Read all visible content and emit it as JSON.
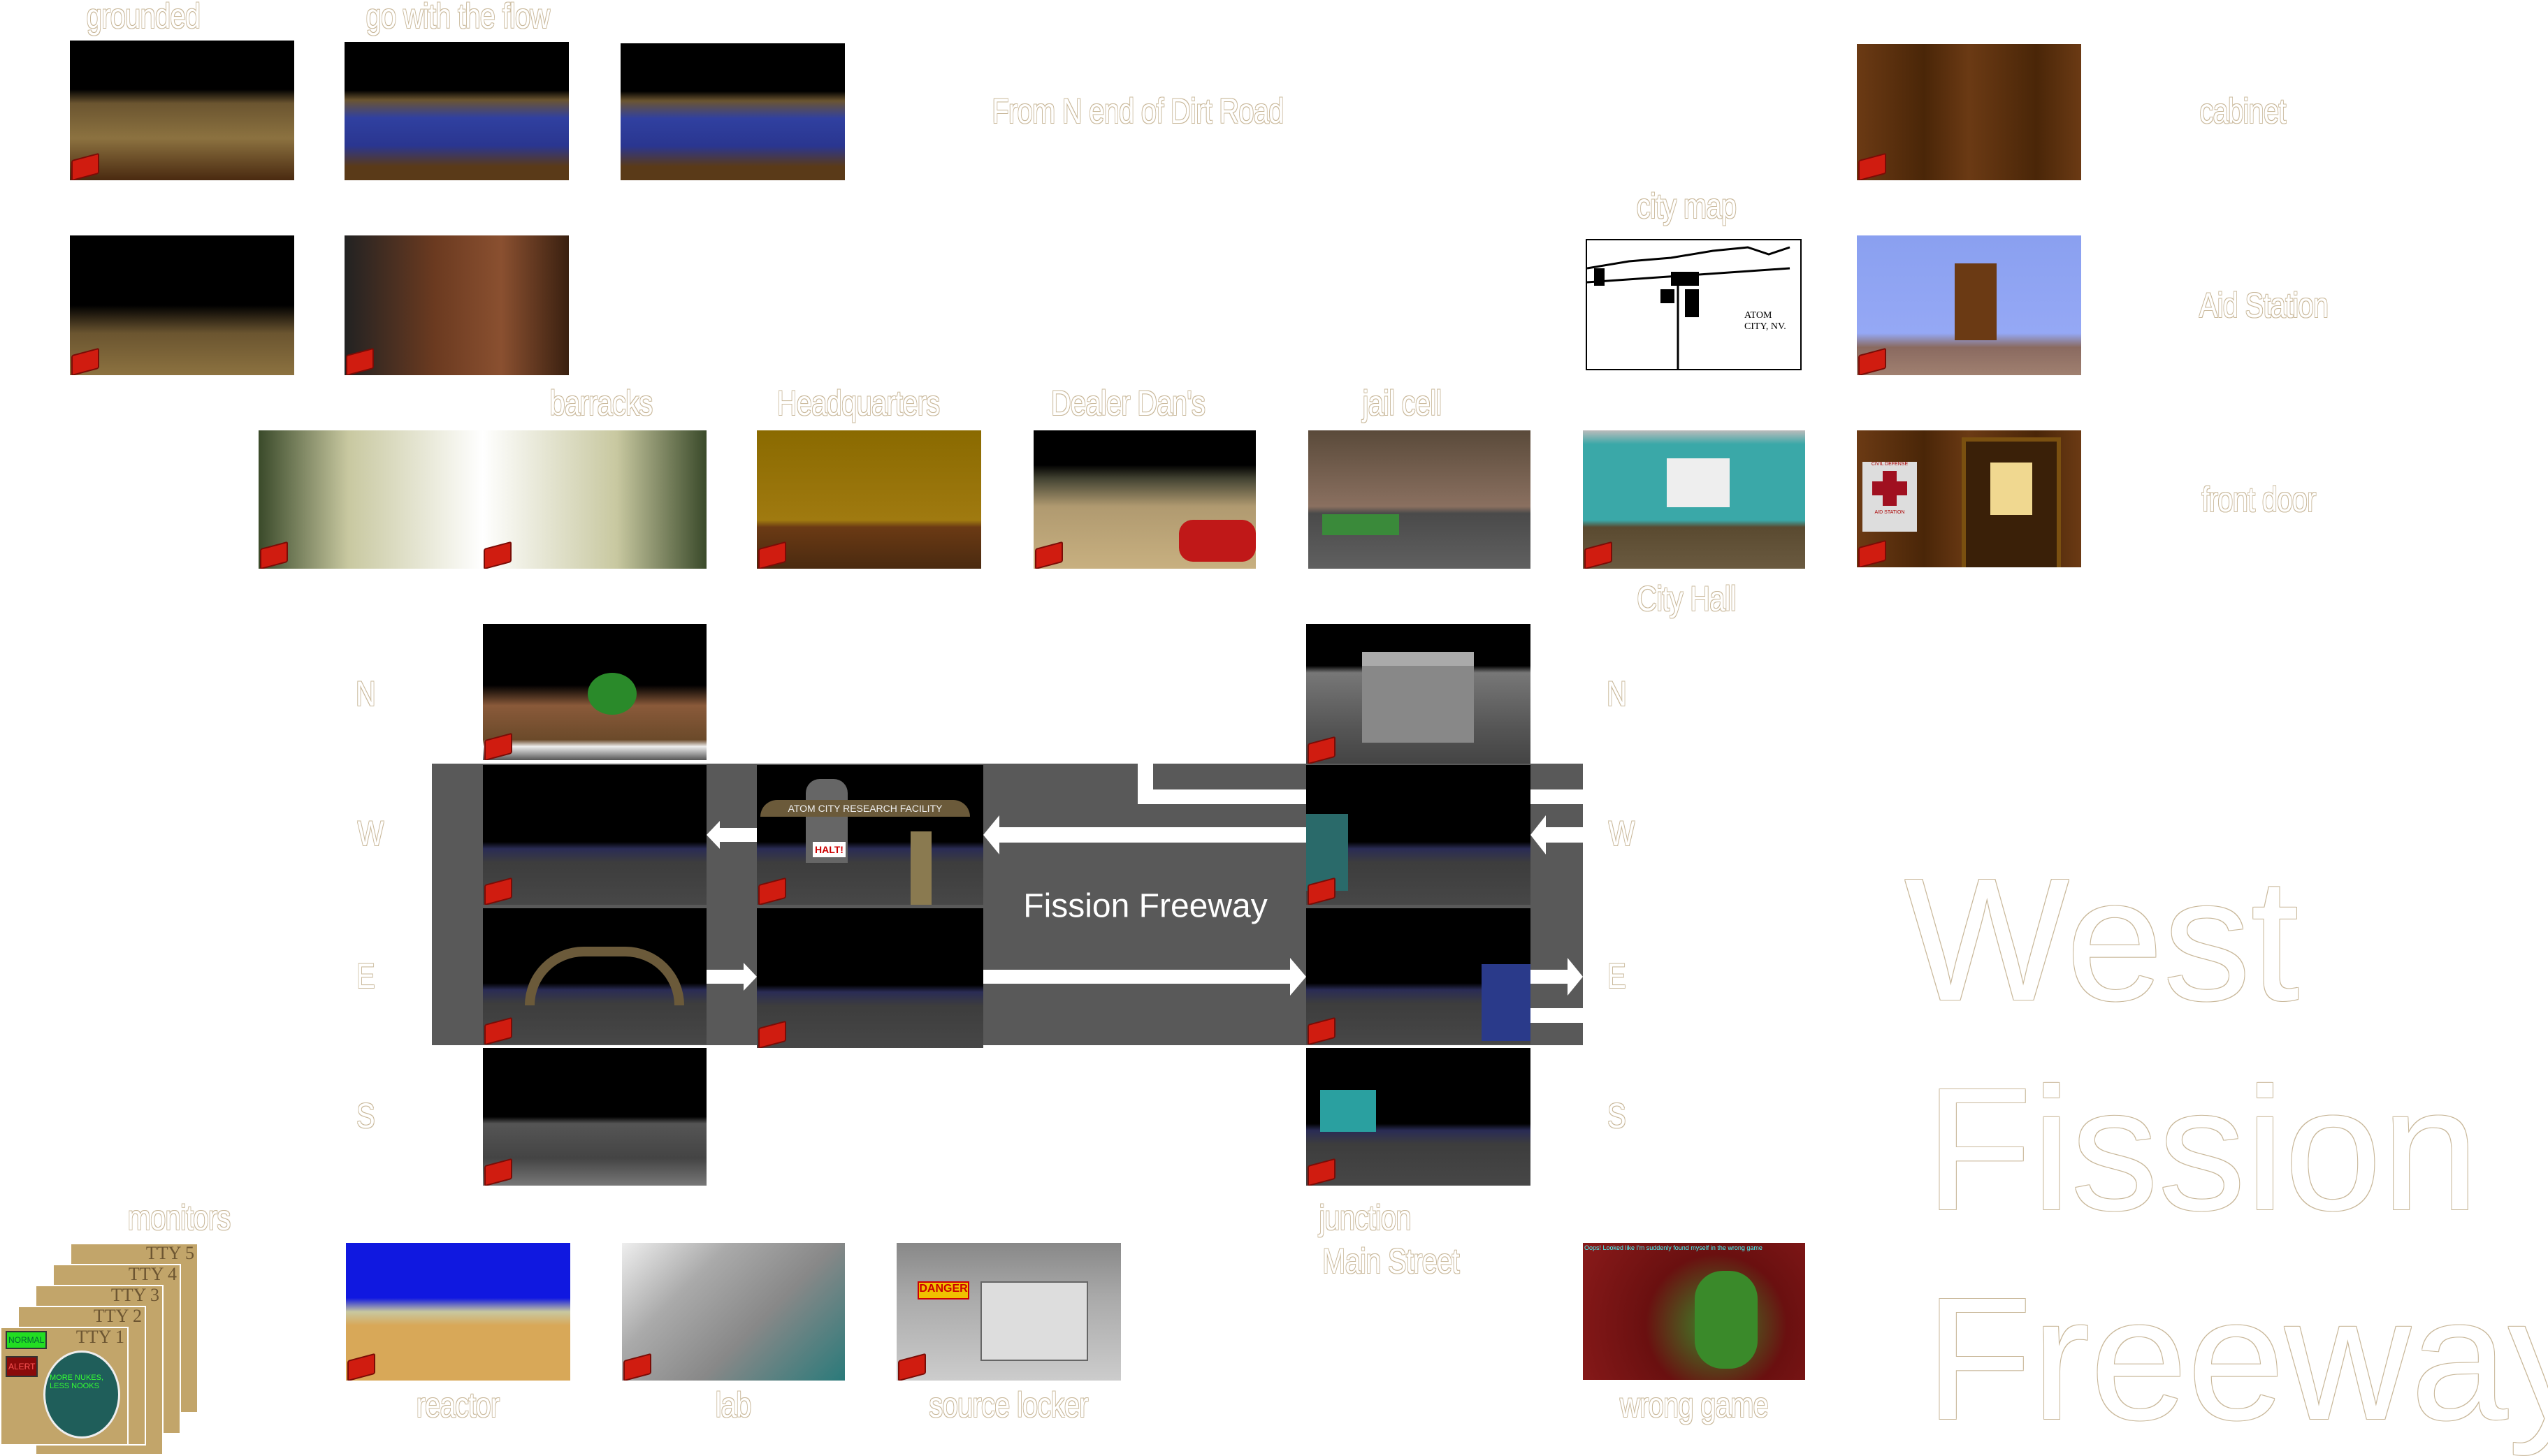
{
  "title": {
    "line1": "West",
    "line2": "Fission",
    "line3": "Freeway"
  },
  "labels": {
    "grounded": "grounded",
    "go_with_flow": "go with the flow",
    "from_dirt_road": "From N end of Dirt Road",
    "cabinet": "cabinet",
    "city_map": "city map",
    "aid_station": "Aid Station",
    "barracks": "barracks",
    "headquarters": "Headquarters",
    "dealer_dans": "Dealer Dan's",
    "jail_cell": "jail cell",
    "city_hall": "City Hall",
    "front_door": "front door",
    "monitors": "monitors",
    "reactor": "reactor",
    "lab": "lab",
    "source_locker": "source locker",
    "junction": "junction",
    "main_street": "Main Street",
    "wrong_game": "wrong game"
  },
  "compass_left": {
    "n": "N",
    "w": "W",
    "e": "E",
    "s": "S"
  },
  "compass_right": {
    "n": "N",
    "w": "W",
    "e": "E",
    "s": "S"
  },
  "freeway_label": "Fission Freeway",
  "in_image": {
    "facility_sign": "ATOM CITY RESEARCH FACILITY",
    "halt": "HALT!",
    "danger": "DANGER",
    "civil_defense": "CIVIL DEFENSE",
    "aid_station_sign": "AID STATION",
    "wrong_game_caption": "Oops! Looked like I'm suddenly found myself in the wrong game",
    "map_town": "ATOM CITY, NV."
  },
  "monitors": {
    "ttys": [
      "TTY 1",
      "TTY 2",
      "TTY 3",
      "TTY 4",
      "TTY 5"
    ],
    "normal": "NORMAL",
    "alert": "ALERT",
    "screen_text": "MORE NUKES, LESS NOOKS"
  }
}
